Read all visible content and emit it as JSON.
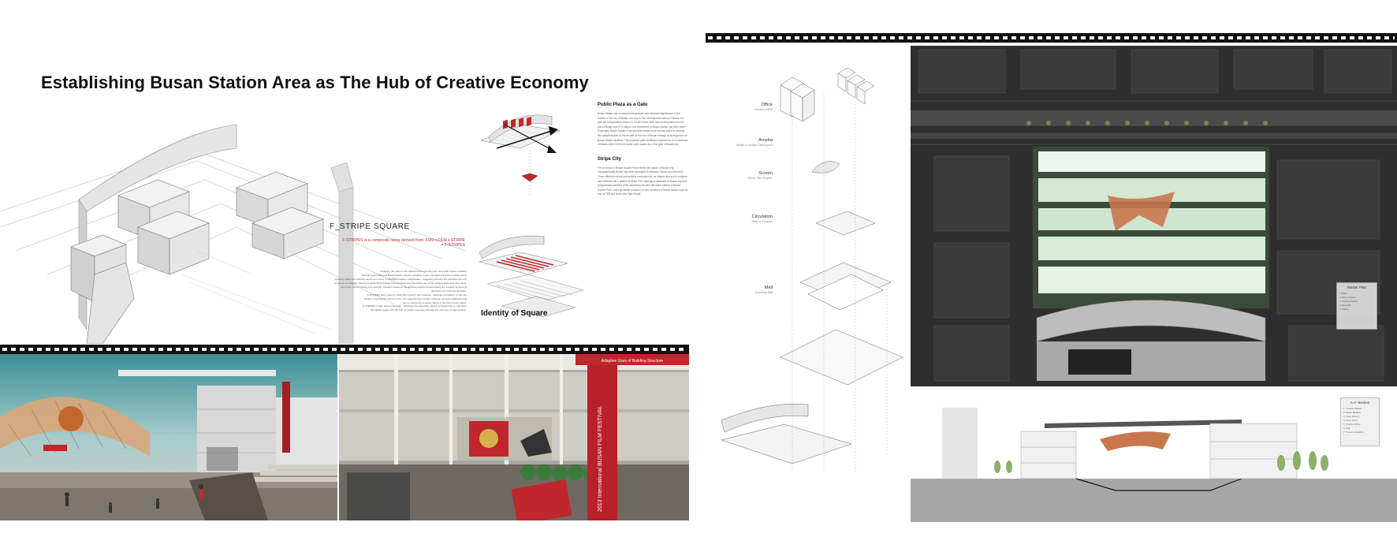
{
  "title": "Establishing Busan Station Area as The Hub of Creative Economy",
  "stripe_square": {
    "heading": "F_STRIPE SQUARE",
    "red_line_1": "F-STRIPES is a composite name derived from: FUN x FILM x STRIPE",
    "red_line_2": "= F-STRIPES",
    "body": [
      "Implied in the name is the balance and 'exporting the new public space evolution",
      "through regeneration of Busan Station Square, adaptive reuse, reprogramming the existing towns",
      "including mains film activities and a lot of fund. F-STRIPES implies multiplication, suggesting that the film activities are only",
      "posed as an adaptive (reuse) programming strategy that will allow new innovative use of the existing plaza and other facili-",
      "ties at the site for having Fun and Film Creation based on the activities without compromising the integrity and use of",
      "structures as conventional plaza.",
      "F-STRIPES also means to 'alternate function' and 'purpose', 'alternate occupancy' of the site",
      "(Busan, meaning the context of the site supporting the rhythm of Busan city and neighborhoods",
      "has to ensure the evolving nature of the 21st century plaza.",
      "F-STRIPES is also about exchange - reflecting the expressive desire for Busan City to transform",
      "this public square into the hub of creative economy through the new type of regeneration."
    ]
  },
  "identity_label": "Identity of Square",
  "public_plaza": {
    "heading": "Public Plaza as a Gate",
    "body": "Busan Station has a exceptional symbolic and historical significance in the context of the city of Busan, not only for the development history of Busan but also the transportation history in South Korea. With new development of north port of Busan and KTX station, the importance of Busan station has risen faster. Especially, Busan Square Park has been asked to be the key place to connect the spatial fracture of city as well as the hub of Busan through re-arrangement of Busan Station facilities. The proposed gate-building is expected to be a landmark of Busan which forms the public open space as a new gate of Busan city."
  },
  "stripe_city": {
    "heading": "Stripe City",
    "body": "The proposal of Busan Square Park reflects the nature of Busan city. Topographically Busan had been developed in between Ocean and Mountain. Three different natural and artificial environments are aligned along rich southern sea of thrives the a pattern of stripe. The topological attributes of Busan city and programmed activities (Film industries) become the stripe pattern of Busan Square Park, which generate a system of new functions of Busan station such as hub of TBB and North-Alto Tade Route."
  },
  "render_right_banner": "Adaptive Uses of Building Structure",
  "render_vertical_text": "2013 International BUSAN FILM FESTIVAL",
  "exploded_layers": [
    {
      "label": "Office",
      "sub": "Creative Office"
    },
    {
      "label": "Ameba",
      "sub": "Bridge & Lounge Open space"
    },
    {
      "label": "Screen",
      "sub": "Busan Film Reaplex"
    },
    {
      "label": "Circulation",
      "sub": "Stairs & Program"
    },
    {
      "label": "Mall",
      "sub": "Creativity Mall"
    }
  ],
  "plan_legend": {
    "title": "Master Plan",
    "items": [
      "1. Plaza",
      "2. Open Cinema",
      "3. Creative Market",
      "4. Film Hall",
      "5. Station"
    ]
  },
  "section_legend": {
    "title": "A-A' Section",
    "items": [
      "1. Creative Market",
      "2. Busan Building",
      "3. Open Cinema",
      "4. Open Plaza",
      "5. Creative Office",
      "6. Mall",
      "7. Tunnel & Platform"
    ]
  },
  "colors": {
    "accent_red": "#c0272d",
    "film_black": "#111111",
    "plan_dark": "#2b2b2b",
    "plaza_green": "#cfe5cf"
  }
}
